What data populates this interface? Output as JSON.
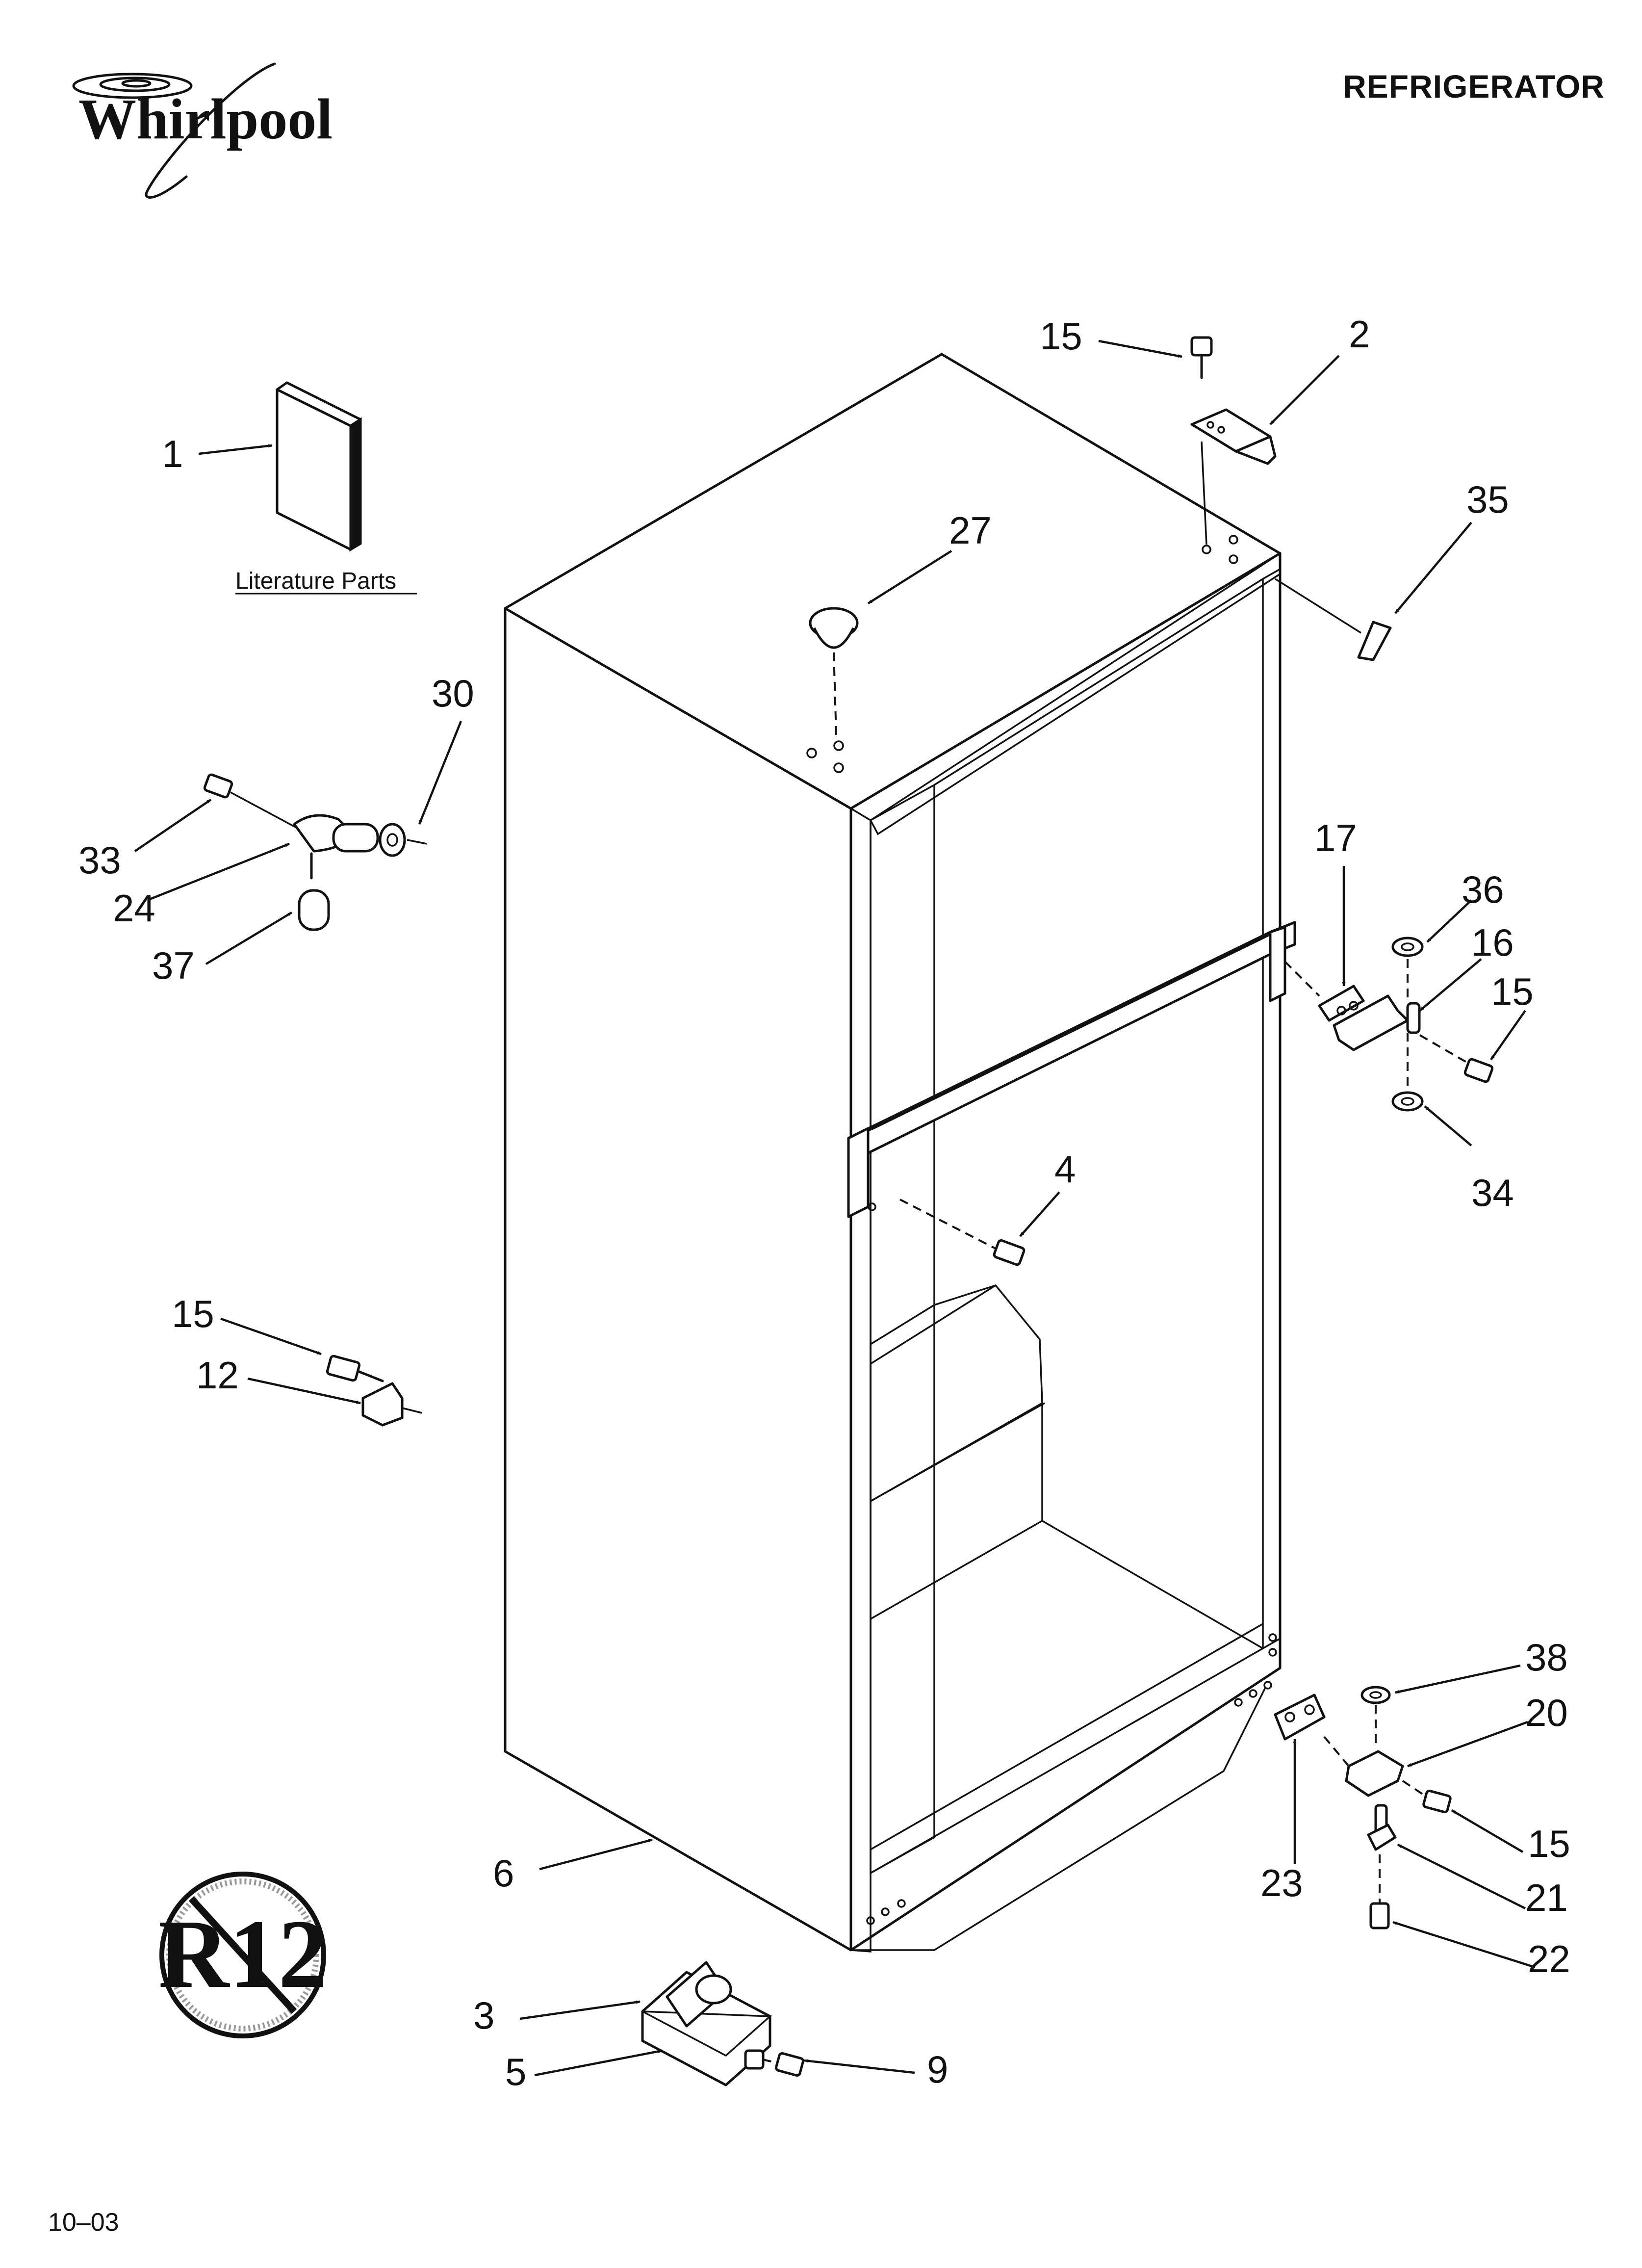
{
  "header": {
    "brand": "Whirlpool",
    "title": "REFRIGERATOR"
  },
  "literature_label": "Literature Parts",
  "callouts": {
    "c1": "1",
    "c2": "2",
    "c3": "3",
    "c4": "4",
    "c5": "5",
    "c6": "6",
    "c9": "9",
    "c12": "12",
    "c15_top": "15",
    "c15_hinge": "15",
    "c15_left": "15",
    "c15_bottom": "15",
    "c16": "16",
    "c17": "17",
    "c20": "20",
    "c21": "21",
    "c22": "22",
    "c23": "23",
    "c24": "24",
    "c27": "27",
    "c30": "30",
    "c33": "33",
    "c34": "34",
    "c35": "35",
    "c36": "36",
    "c37": "37",
    "c38": "38"
  },
  "badge": {
    "text": "R12"
  },
  "footer": {
    "code": "10–03"
  }
}
